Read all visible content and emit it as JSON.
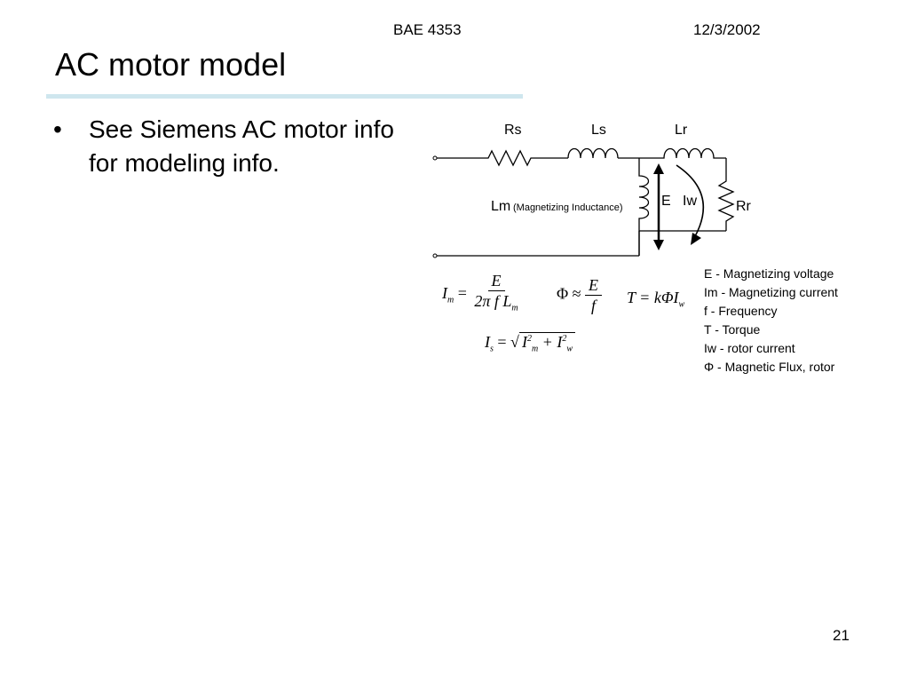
{
  "header": {
    "course": "BAE 4353",
    "date": "12/3/2002"
  },
  "slide": {
    "title": "AC motor model",
    "accent_color": "#cfe6ee",
    "bullets": [
      "See Siemens AC motor info for modeling info."
    ],
    "page_number": "21"
  },
  "circuit": {
    "rs_label": "Rs",
    "ls_label": "Ls",
    "lr_label": "Lr",
    "rr_label": "Rr",
    "lm_label": "Lm",
    "lm_note": "(Magnetizing Inductance)",
    "e_label": "E",
    "iw_label": "Iw"
  },
  "equations": {
    "im_lhs": "I",
    "im_sub": "m",
    "im_num": "E",
    "im_den": "2π f L",
    "im_den_sub": "m",
    "phi_lhs": "Φ ≈",
    "phi_num": "E",
    "phi_den": "f",
    "torque": "T = kΦI",
    "torque_sub": "w",
    "is_lhs": "I",
    "is_sub": "s",
    "is_rhs_1": "I",
    "is_rhs_1_sub": "m",
    "is_rhs_2": "I",
    "is_rhs_2_sub": "w",
    "power": "2"
  },
  "legend": {
    "items": [
      "E - Magnetizing voltage",
      "Im - Magnetizing current",
      "f - Frequency",
      "T - Torque",
      "Iw - rotor current",
      "Φ - Magnetic Flux, rotor"
    ]
  }
}
